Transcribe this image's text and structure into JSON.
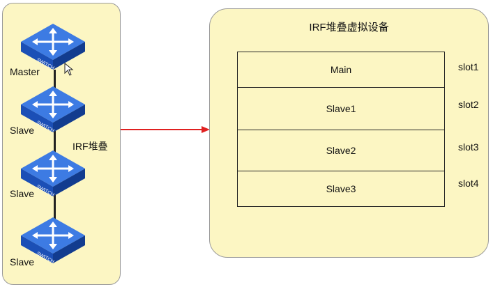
{
  "stack": {
    "label": "IRF堆叠",
    "switch_label": "SWITCH",
    "nodes": [
      {
        "role": "Master"
      },
      {
        "role": "Slave"
      },
      {
        "role": "Slave"
      },
      {
        "role": "Slave"
      }
    ]
  },
  "virtual_device": {
    "title": "IRF堆叠虚拟设备",
    "slots": [
      {
        "name": "Main",
        "slot": "slot1"
      },
      {
        "name": "Slave1",
        "slot": "slot2"
      },
      {
        "name": "Slave2",
        "slot": "slot3"
      },
      {
        "name": "Slave3",
        "slot": "slot4"
      }
    ]
  },
  "colors": {
    "panel_fill": "#fcf6c3",
    "switch_blue": "#1f59c9",
    "arrow": "#e02020"
  }
}
